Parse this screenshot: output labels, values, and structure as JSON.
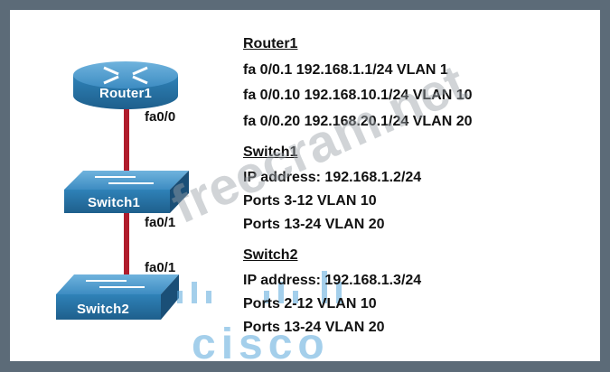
{
  "topology": {
    "router": {
      "label": "Router1",
      "port": "fa0/0"
    },
    "switch1": {
      "label": "Switch1",
      "port": "fa0/1"
    },
    "switch2": {
      "label": "Switch2",
      "port": "fa0/1"
    },
    "link_color": "#b01c2c",
    "device_color": "#2a7fb4"
  },
  "info": {
    "router1": {
      "heading": "Router1",
      "lines": [
        "fa 0/0.1 192.168.1.1/24 VLAN 1",
        "fa 0/0.10 192.168.10.1/24 VLAN 10",
        "fa 0/0.20 192.168.20.1/24 VLAN 20"
      ]
    },
    "switch1": {
      "heading": "Switch1",
      "lines": [
        "IP address: 192.168.1.2/24",
        "Ports 3-12 VLAN 10",
        "Ports 13-24 VLAN 20"
      ]
    },
    "switch2": {
      "heading": "Switch2",
      "lines": [
        "IP address: 192.168.1.3/24",
        "Ports 2-12 VLAN 10",
        "Ports 13-24 VLAN 20"
      ]
    }
  },
  "watermark": {
    "text": "freecram.net",
    "brand": "cisco"
  }
}
